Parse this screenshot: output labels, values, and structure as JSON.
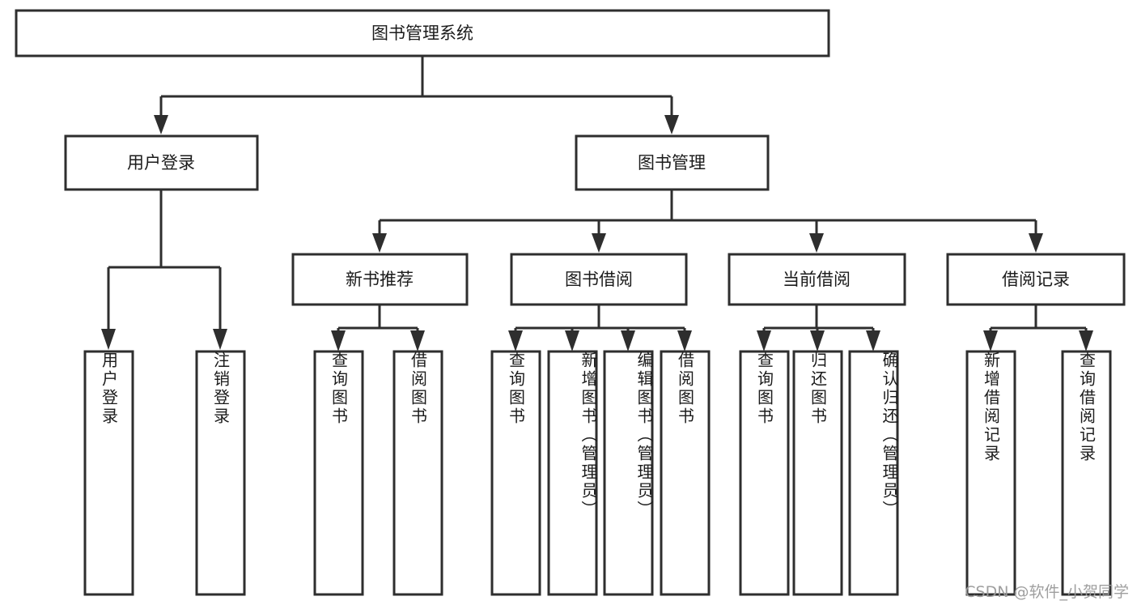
{
  "diagram": {
    "type": "tree-hierarchy",
    "title": "图书管理系统",
    "orientation": "top-down",
    "watermark": "CSDN @软件_小贺同学",
    "colors": {
      "stroke": "#2e2e2e",
      "fill": "#ffffff",
      "text": "#1b1b1b",
      "watermark": "#9a9a9a"
    },
    "nodes": {
      "root": {
        "label": "图书管理系统"
      },
      "level2": [
        {
          "id": "user-login",
          "label": "用户登录"
        },
        {
          "id": "book-management",
          "label": "图书管理"
        }
      ],
      "level3": [
        {
          "id": "new-book-recommend",
          "label": "新书推荐"
        },
        {
          "id": "book-borrow",
          "label": "图书借阅"
        },
        {
          "id": "current-borrow",
          "label": "当前借阅"
        },
        {
          "id": "borrow-record",
          "label": "借阅记录"
        }
      ],
      "leaves": {
        "user-login": [
          {
            "id": "leaf-user-login",
            "label": "用户登录"
          },
          {
            "id": "leaf-logout",
            "label": "注销登录"
          }
        ],
        "new-book-recommend": [
          {
            "id": "leaf-query-book-1",
            "label": "查询图书"
          },
          {
            "id": "leaf-borrow-book-1",
            "label": "借阅图书"
          }
        ],
        "book-borrow": [
          {
            "id": "leaf-query-book-2",
            "label": "查询图书"
          },
          {
            "id": "leaf-add-book",
            "label": "新增图书（管理员）"
          },
          {
            "id": "leaf-edit-book",
            "label": "编辑图书（管理员）"
          },
          {
            "id": "leaf-borrow-book-2",
            "label": "借阅图书"
          }
        ],
        "current-borrow": [
          {
            "id": "leaf-query-book-3",
            "label": "查询图书"
          },
          {
            "id": "leaf-return-book",
            "label": "归还图书"
          },
          {
            "id": "leaf-confirm-return",
            "label": "确认归还（管理员）"
          }
        ],
        "borrow-record": [
          {
            "id": "leaf-add-record",
            "label": "新增借阅记录"
          },
          {
            "id": "leaf-query-record",
            "label": "查询借阅记录"
          }
        ]
      }
    }
  }
}
